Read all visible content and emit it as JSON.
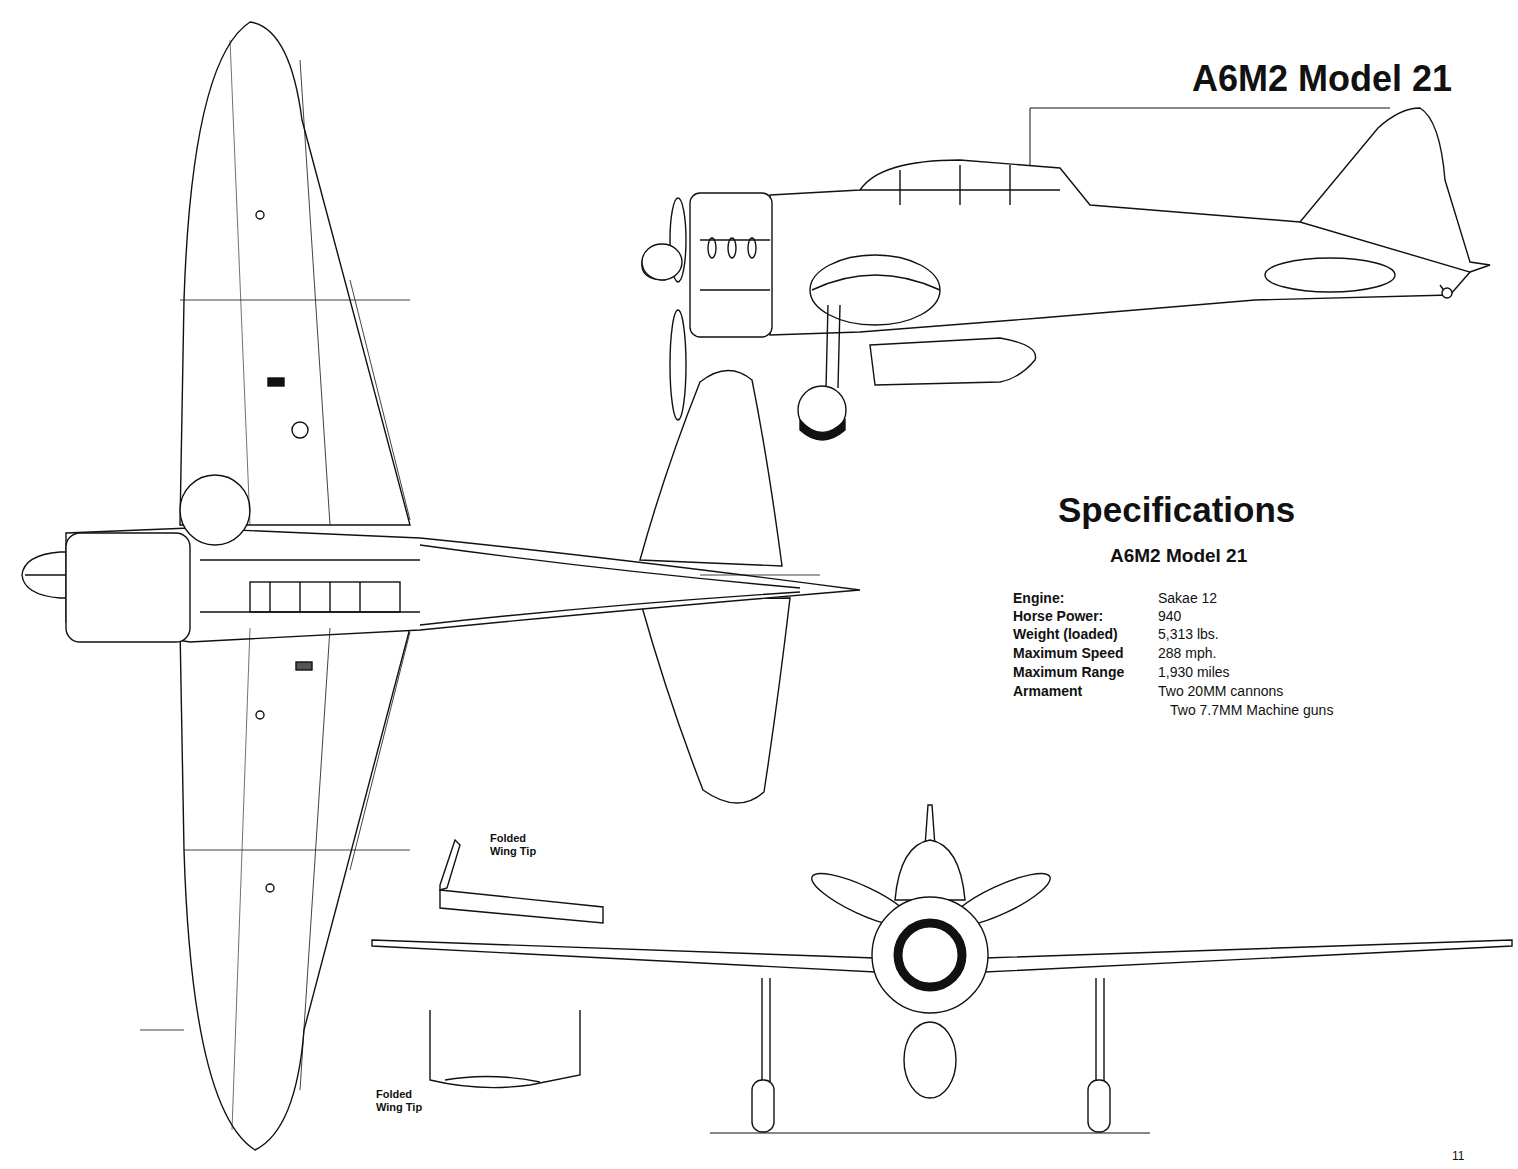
{
  "diagram": {
    "title": "A6M2 Model 21",
    "labels": [
      "Specifications",
      "A6M2 Model 21",
      "Engine:",
      "Sakae 12",
      "Horse Power:",
      "940",
      "Weight (loaded)",
      "5,313 lbs.",
      "Maximum Speed",
      "288 mph.",
      "Maximum Range",
      "1,930 miles",
      "Armament",
      "Two 20MM cannons",
      "Two 7.7MM Machine guns",
      "Folded Wing Tip",
      "Folded Wing Tip",
      "11"
    ]
  }
}
